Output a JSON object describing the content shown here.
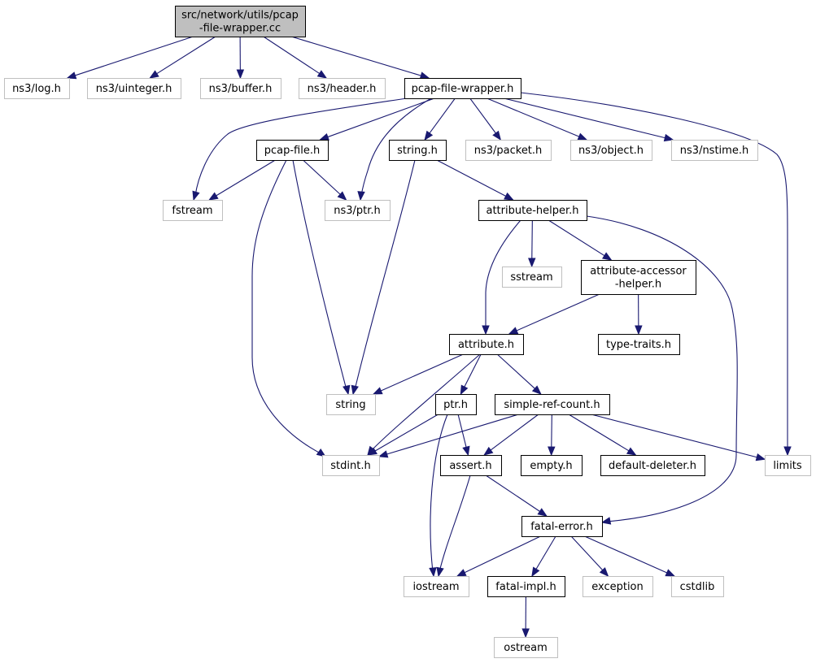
{
  "colors": {
    "edge": "#191970",
    "root_fill": "#bfbfbf",
    "documented_border": "#000000",
    "external_border": "#bfbfbf",
    "text": "#000000",
    "background": "#ffffff"
  },
  "nodes": [
    {
      "id": "root",
      "lines": [
        "src/network/utils/pcap",
        "-file-wrapper.cc"
      ],
      "kind": "root"
    },
    {
      "id": "log_h",
      "lines": [
        "ns3/log.h"
      ],
      "kind": "external"
    },
    {
      "id": "uinteger_h",
      "lines": [
        "ns3/uinteger.h"
      ],
      "kind": "external"
    },
    {
      "id": "buffer_h",
      "lines": [
        "ns3/buffer.h"
      ],
      "kind": "external"
    },
    {
      "id": "header_h",
      "lines": [
        "ns3/header.h"
      ],
      "kind": "external"
    },
    {
      "id": "pcap_file_wrapper_h",
      "lines": [
        "pcap-file-wrapper.h"
      ],
      "kind": "documented"
    },
    {
      "id": "pcap_file_h",
      "lines": [
        "pcap-file.h"
      ],
      "kind": "documented"
    },
    {
      "id": "string_h",
      "lines": [
        "string.h"
      ],
      "kind": "documented"
    },
    {
      "id": "packet_h",
      "lines": [
        "ns3/packet.h"
      ],
      "kind": "external"
    },
    {
      "id": "object_h",
      "lines": [
        "ns3/object.h"
      ],
      "kind": "external"
    },
    {
      "id": "nstime_h",
      "lines": [
        "ns3/nstime.h"
      ],
      "kind": "external"
    },
    {
      "id": "fstream",
      "lines": [
        "fstream"
      ],
      "kind": "external"
    },
    {
      "id": "ptr_h_ns3",
      "lines": [
        "ns3/ptr.h"
      ],
      "kind": "external"
    },
    {
      "id": "attribute_helper_h",
      "lines": [
        "attribute-helper.h"
      ],
      "kind": "documented"
    },
    {
      "id": "sstream",
      "lines": [
        "sstream"
      ],
      "kind": "external"
    },
    {
      "id": "attribute_accessor_helper_h",
      "lines": [
        "attribute-accessor",
        "-helper.h"
      ],
      "kind": "documented"
    },
    {
      "id": "attribute_h",
      "lines": [
        "attribute.h"
      ],
      "kind": "documented"
    },
    {
      "id": "type_traits_h",
      "lines": [
        "type-traits.h"
      ],
      "kind": "documented"
    },
    {
      "id": "string",
      "lines": [
        "string"
      ],
      "kind": "external"
    },
    {
      "id": "ptr_h",
      "lines": [
        "ptr.h"
      ],
      "kind": "documented"
    },
    {
      "id": "simple_ref_count_h",
      "lines": [
        "simple-ref-count.h"
      ],
      "kind": "documented"
    },
    {
      "id": "stdint_h",
      "lines": [
        "stdint.h"
      ],
      "kind": "external"
    },
    {
      "id": "assert_h",
      "lines": [
        "assert.h"
      ],
      "kind": "documented"
    },
    {
      "id": "empty_h",
      "lines": [
        "empty.h"
      ],
      "kind": "documented"
    },
    {
      "id": "default_deleter_h",
      "lines": [
        "default-deleter.h"
      ],
      "kind": "documented"
    },
    {
      "id": "limits",
      "lines": [
        "limits"
      ],
      "kind": "external"
    },
    {
      "id": "fatal_error_h",
      "lines": [
        "fatal-error.h"
      ],
      "kind": "documented"
    },
    {
      "id": "iostream",
      "lines": [
        "iostream"
      ],
      "kind": "external"
    },
    {
      "id": "fatal_impl_h",
      "lines": [
        "fatal-impl.h"
      ],
      "kind": "documented"
    },
    {
      "id": "exception",
      "lines": [
        "exception"
      ],
      "kind": "external"
    },
    {
      "id": "cstdlib",
      "lines": [
        "cstdlib"
      ],
      "kind": "external"
    },
    {
      "id": "ostream",
      "lines": [
        "ostream"
      ],
      "kind": "external"
    }
  ],
  "edges": [
    {
      "from": "root",
      "to": "log_h"
    },
    {
      "from": "root",
      "to": "uinteger_h"
    },
    {
      "from": "root",
      "to": "buffer_h"
    },
    {
      "from": "root",
      "to": "header_h"
    },
    {
      "from": "root",
      "to": "pcap_file_wrapper_h"
    },
    {
      "from": "pcap_file_wrapper_h",
      "to": "fstream"
    },
    {
      "from": "pcap_file_wrapper_h",
      "to": "pcap_file_h"
    },
    {
      "from": "pcap_file_wrapper_h",
      "to": "ptr_h_ns3"
    },
    {
      "from": "pcap_file_wrapper_h",
      "to": "string_h"
    },
    {
      "from": "pcap_file_wrapper_h",
      "to": "packet_h"
    },
    {
      "from": "pcap_file_wrapper_h",
      "to": "object_h"
    },
    {
      "from": "pcap_file_wrapper_h",
      "to": "nstime_h"
    },
    {
      "from": "pcap_file_wrapper_h",
      "to": "limits"
    },
    {
      "from": "pcap_file_h",
      "to": "fstream"
    },
    {
      "from": "pcap_file_h",
      "to": "ptr_h_ns3"
    },
    {
      "from": "pcap_file_h",
      "to": "string"
    },
    {
      "from": "pcap_file_h",
      "to": "stdint_h"
    },
    {
      "from": "string_h",
      "to": "string"
    },
    {
      "from": "string_h",
      "to": "attribute_helper_h"
    },
    {
      "from": "attribute_helper_h",
      "to": "attribute_h"
    },
    {
      "from": "attribute_helper_h",
      "to": "sstream"
    },
    {
      "from": "attribute_helper_h",
      "to": "attribute_accessor_helper_h"
    },
    {
      "from": "attribute_helper_h",
      "to": "fatal_error_h"
    },
    {
      "from": "attribute_accessor_helper_h",
      "to": "attribute_h"
    },
    {
      "from": "attribute_accessor_helper_h",
      "to": "type_traits_h"
    },
    {
      "from": "attribute_h",
      "to": "string"
    },
    {
      "from": "attribute_h",
      "to": "stdint_h"
    },
    {
      "from": "attribute_h",
      "to": "ptr_h"
    },
    {
      "from": "attribute_h",
      "to": "simple_ref_count_h"
    },
    {
      "from": "ptr_h",
      "to": "stdint_h"
    },
    {
      "from": "ptr_h",
      "to": "assert_h"
    },
    {
      "from": "ptr_h",
      "to": "iostream"
    },
    {
      "from": "simple_ref_count_h",
      "to": "stdint_h"
    },
    {
      "from": "simple_ref_count_h",
      "to": "assert_h"
    },
    {
      "from": "simple_ref_count_h",
      "to": "empty_h"
    },
    {
      "from": "simple_ref_count_h",
      "to": "default_deleter_h"
    },
    {
      "from": "simple_ref_count_h",
      "to": "limits"
    },
    {
      "from": "assert_h",
      "to": "iostream"
    },
    {
      "from": "assert_h",
      "to": "fatal_error_h"
    },
    {
      "from": "fatal_error_h",
      "to": "iostream"
    },
    {
      "from": "fatal_error_h",
      "to": "fatal_impl_h"
    },
    {
      "from": "fatal_error_h",
      "to": "exception"
    },
    {
      "from": "fatal_error_h",
      "to": "cstdlib"
    },
    {
      "from": "fatal_impl_h",
      "to": "ostream"
    }
  ]
}
